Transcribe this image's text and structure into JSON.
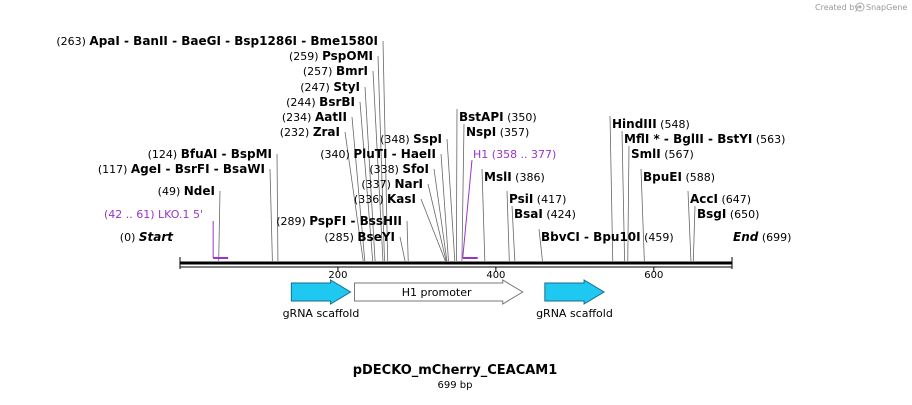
{
  "credit": "Created by",
  "brand": "SnapGene",
  "title": "pDECKO_mCherry_CEACAM1",
  "length_label": "699 bp",
  "sequence": {
    "start": 0,
    "end": 699,
    "ticks": [
      "200",
      "400",
      "600"
    ]
  },
  "ends": {
    "start": {
      "pos": "(0)",
      "label": "Start"
    },
    "end": {
      "label": "End",
      "pos": "(699)"
    }
  },
  "sites": [
    {
      "pos": "(263)",
      "text": "ApaI  - BanII  - BaeGI  - Bsp1286I  - Bme1580I",
      "bp": 263,
      "tail": "right",
      "color": "#000000"
    },
    {
      "pos": "(259)",
      "text": "PspOMI",
      "bp": 259,
      "tail": "right",
      "color": "#000000"
    },
    {
      "pos": "(257)",
      "text": "BmrI",
      "bp": 257,
      "tail": "right",
      "color": "#000000"
    },
    {
      "pos": "(247)",
      "text": "StyI",
      "bp": 247,
      "tail": "right",
      "color": "#000000"
    },
    {
      "pos": "(244)",
      "text": "BsrBI",
      "bp": 244,
      "tail": "right",
      "color": "#000000"
    },
    {
      "pos": "(234)",
      "text": "AatII",
      "bp": 234,
      "tail": "right",
      "color": "#000000"
    },
    {
      "pos": "(232)",
      "text": "ZraI",
      "bp": 232,
      "tail": "right",
      "color": "#000000"
    },
    {
      "pos": "(124)",
      "text": "BfuAI  - BspMI",
      "bp": 124,
      "tail": "right",
      "color": "#000000"
    },
    {
      "pos": "(117)",
      "text": "AgeI  - BsrFI  - BsaWI",
      "bp": 117,
      "tail": "right",
      "color": "#000000"
    },
    {
      "pos": "(49)",
      "text": "NdeI",
      "bp": 49,
      "tail": "right",
      "color": "#000000"
    },
    {
      "pos": "(348)",
      "text": "SspI",
      "bp": 348,
      "tail": "right",
      "color": "#000000"
    },
    {
      "pos": "(340)",
      "text": "PluTI  - HaeII",
      "bp": 340,
      "tail": "right",
      "color": "#000000"
    },
    {
      "pos": "(338)",
      "text": "SfoI",
      "bp": 338,
      "tail": "right",
      "color": "#000000"
    },
    {
      "pos": "(337)",
      "text": "NarI",
      "bp": 337,
      "tail": "right",
      "color": "#000000"
    },
    {
      "pos": "(336)",
      "text": "KasI",
      "bp": 336,
      "tail": "right",
      "color": "#000000"
    },
    {
      "pos": "(289)",
      "text": "PspFI  - BssHII",
      "bp": 289,
      "tail": "right",
      "color": "#000000"
    },
    {
      "pos": "(285)",
      "text": "BseYI",
      "bp": 285,
      "tail": "right",
      "color": "#000000"
    },
    {
      "text": "BstAPI",
      "pos": "(350)",
      "bp": 350,
      "tail": "left",
      "color": "#000000"
    },
    {
      "text": "NspI",
      "pos": "(357)",
      "bp": 357,
      "tail": "left",
      "color": "#000000"
    },
    {
      "text": "MslI",
      "pos": "(386)",
      "bp": 386,
      "tail": "left",
      "color": "#000000"
    },
    {
      "text": "PsiI",
      "pos": "(417)",
      "bp": 417,
      "tail": "left",
      "color": "#000000"
    },
    {
      "text": "BsaI",
      "pos": "(424)",
      "bp": 424,
      "tail": "left",
      "color": "#000000"
    },
    {
      "text": "BbvCI  - Bpu10I",
      "pos": "(459)",
      "bp": 459,
      "tail": "left",
      "color": "#000000"
    },
    {
      "text": "HindIII",
      "pos": "(548)",
      "bp": 548,
      "tail": "left",
      "color": "#000000"
    },
    {
      "text": "MflI *  - BglII  - BstYI",
      "pos": "(563)",
      "bp": 563,
      "tail": "left",
      "color": "#000000"
    },
    {
      "text": "SmlI",
      "pos": "(567)",
      "bp": 567,
      "tail": "left",
      "color": "#000000"
    },
    {
      "text": "BpuEI",
      "pos": "(588)",
      "bp": 588,
      "tail": "left",
      "color": "#000000"
    },
    {
      "text": "AccI",
      "pos": "(647)",
      "bp": 647,
      "tail": "left",
      "color": "#000000"
    },
    {
      "text": "BsgI",
      "pos": "(650)",
      "bp": 650,
      "tail": "left",
      "color": "#000000"
    }
  ],
  "primer_features": [
    {
      "pos": "(42 .. 61)",
      "label": "LKO.1 5'",
      "start": 42,
      "end": 61,
      "side": "left",
      "color": "#9933cc"
    },
    {
      "pos": "(358 .. 377)",
      "label": "H1",
      "start": 358,
      "end": 377,
      "side": "right",
      "color": "#9933cc"
    }
  ],
  "features": [
    {
      "label": "gRNA scaffold",
      "start": 141,
      "end": 216,
      "direction": "forward",
      "fill": "#1ec8f0",
      "stroke": "#1a6d8a"
    },
    {
      "label": "H1 promoter",
      "start": 221,
      "end": 434,
      "direction": "forward",
      "fill": "#ffffff",
      "stroke": "#777777"
    },
    {
      "label": "gRNA scaffold",
      "start": 462,
      "end": 537,
      "direction": "forward",
      "fill": "#1ec8f0",
      "stroke": "#1a6d8a"
    }
  ]
}
